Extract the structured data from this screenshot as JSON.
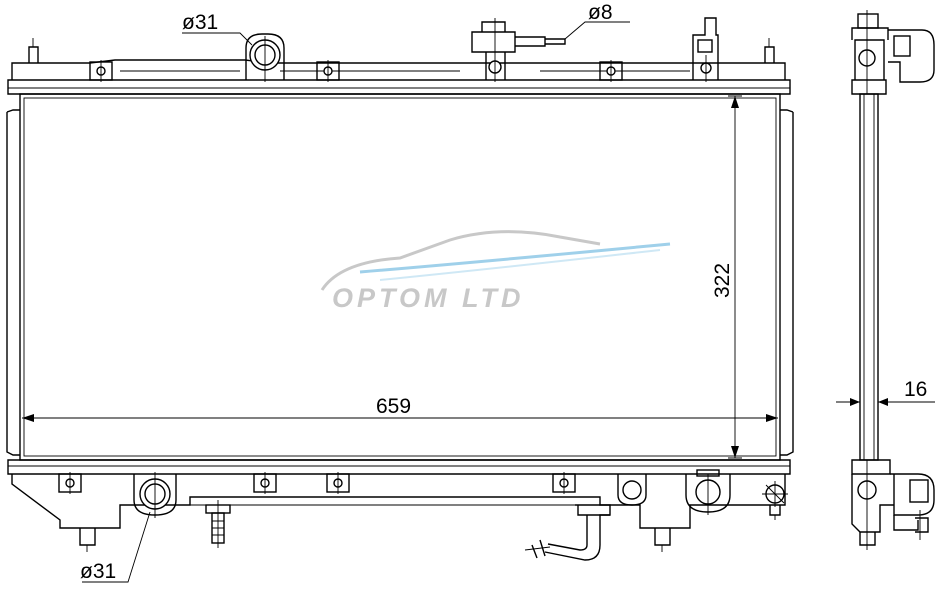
{
  "dimensions": {
    "inlet_top_diameter": "ø31",
    "sensor_diameter": "ø8",
    "outlet_bottom_diameter": "ø31",
    "core_height": "322",
    "core_width": "659",
    "core_thickness": "16"
  },
  "watermark": {
    "text": "OPTOM LTD"
  },
  "colors": {
    "line": "#000000",
    "watermark_text": "#c8c8c8",
    "watermark_swoosh": "#9fd0ea"
  }
}
